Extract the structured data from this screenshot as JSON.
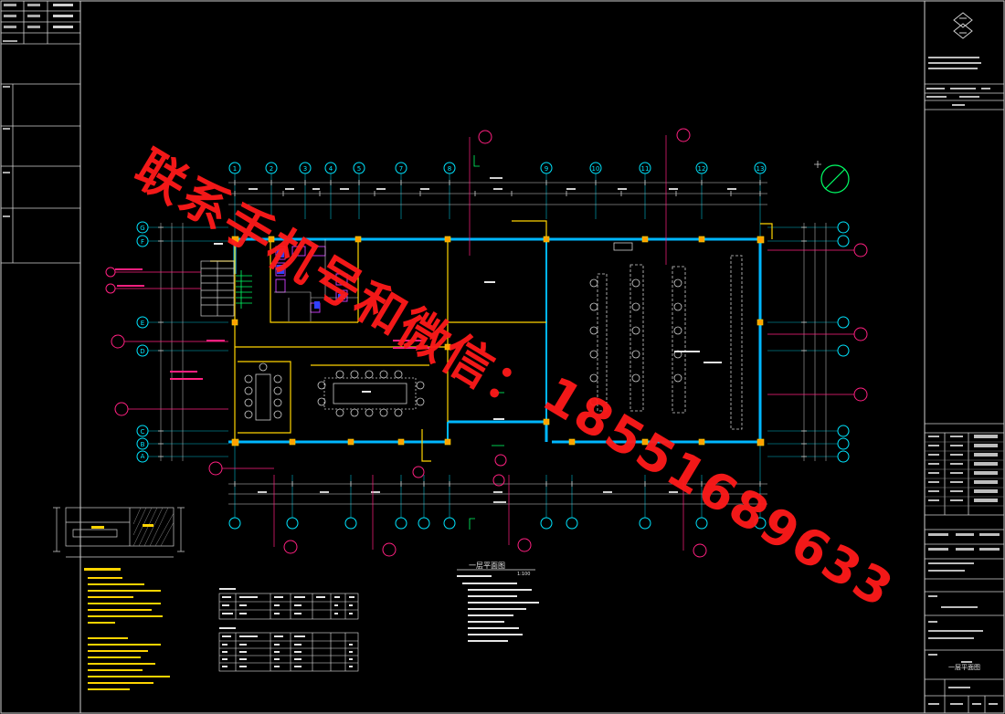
{
  "drawing": {
    "title": "一层平面图",
    "scale_label": "1:100",
    "title_block": {
      "sheet_name": "一层平面图"
    }
  },
  "watermark": {
    "line1": "联系手机号和微信：",
    "line2": "18551689633"
  },
  "axes": {
    "numeric": [
      "1",
      "2",
      "3",
      "4",
      "5",
      "7",
      "8",
      "9",
      "10",
      "11",
      "12",
      "13"
    ],
    "letter": [
      "A",
      "B",
      "C",
      "D",
      "E",
      "F",
      "G"
    ]
  },
  "colors": {
    "background": "#000000",
    "wall": "#00b7ff",
    "column": "#ffd400",
    "grid": "#00e5ff",
    "annotation": "#ff2080",
    "line": "#cfcfcf",
    "green": "#00ff66",
    "watermark": "#ff1a1a"
  }
}
